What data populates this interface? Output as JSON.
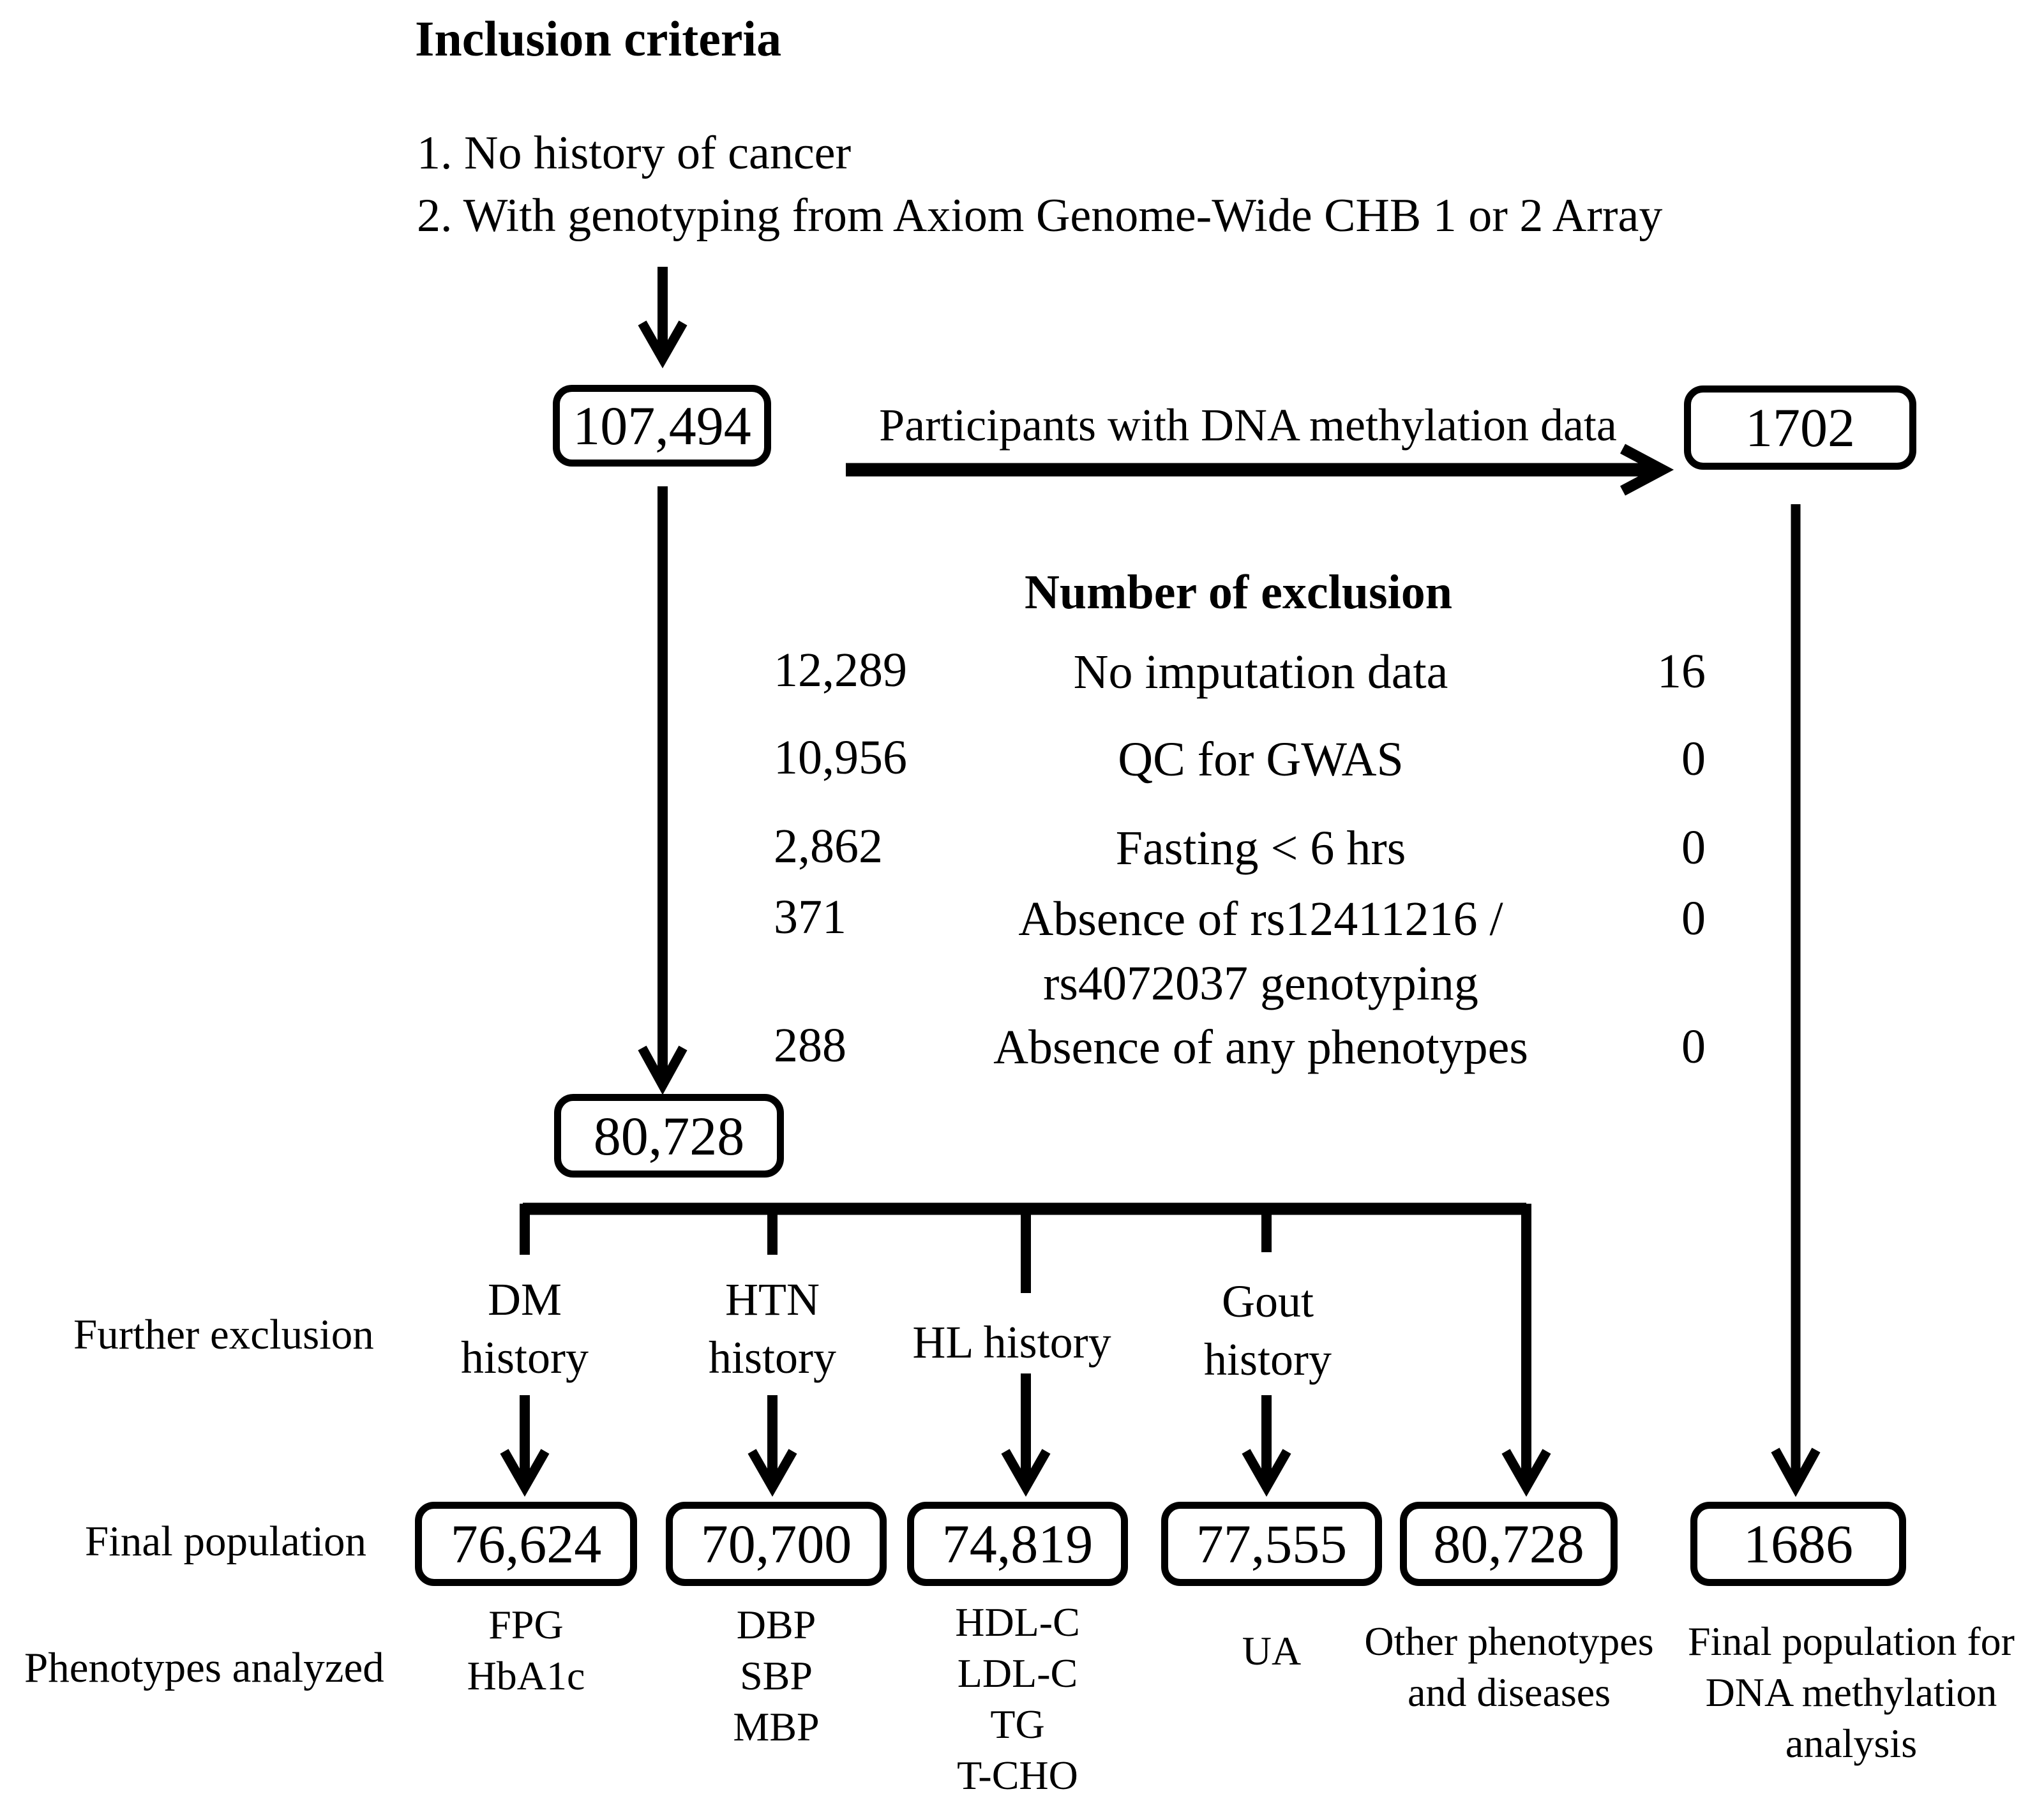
{
  "figure": {
    "ink_color": "#000000",
    "background_color": "#ffffff"
  },
  "inclusion": {
    "heading": "Inclusion criteria",
    "items": [
      "1. No history of cancer",
      "2. With genotyping from Axiom Genome-Wide CHB 1 or 2 Array"
    ]
  },
  "flow": {
    "initial_count": "107,494",
    "methylation_arrow_label": "Participants with DNA methylation data",
    "methylation_count": "1702",
    "after_exclusion_count": "80,728"
  },
  "exclusion": {
    "heading": "Number of exclusion",
    "rows": [
      {
        "main_count": "12,289",
        "reason": "No imputation data",
        "methylation_count": "16"
      },
      {
        "main_count": "10,956",
        "reason": "QC for GWAS",
        "methylation_count": "0"
      },
      {
        "main_count": "2,862",
        "reason": "Fasting < 6 hrs",
        "methylation_count": "0"
      },
      {
        "main_count": "371",
        "reason": "Absence of rs12411216 /",
        "reason_line2": "rs4072037 genotyping",
        "methylation_count": "0"
      },
      {
        "main_count": "288",
        "reason": "Absence of any phenotypes",
        "methylation_count": "0"
      }
    ]
  },
  "branches": {
    "label": "Further exclusion",
    "items": [
      {
        "line1": "DM",
        "line2": "history"
      },
      {
        "line1": "HTN",
        "line2": "history"
      },
      {
        "line1": "HL history"
      },
      {
        "line1": "Gout",
        "line2": "history"
      }
    ]
  },
  "final_row": {
    "label": "Final population",
    "phenotypes_label": "Phenotypes analyzed",
    "columns": [
      {
        "count": "76,624",
        "lines": [
          "FPG",
          "HbA1c"
        ]
      },
      {
        "count": "70,700",
        "lines": [
          "DBP",
          "SBP",
          "MBP"
        ]
      },
      {
        "count": "74,819",
        "lines": [
          "HDL-C",
          "LDL-C",
          "TG",
          "T-CHO"
        ]
      },
      {
        "count": "77,555",
        "lines": [
          "UA"
        ]
      },
      {
        "count": "80,728",
        "lines": [
          "Other phenotypes",
          "and diseases"
        ]
      },
      {
        "count": "1686",
        "lines": [
          "Final population for",
          "DNA methylation",
          "analysis"
        ]
      }
    ]
  }
}
